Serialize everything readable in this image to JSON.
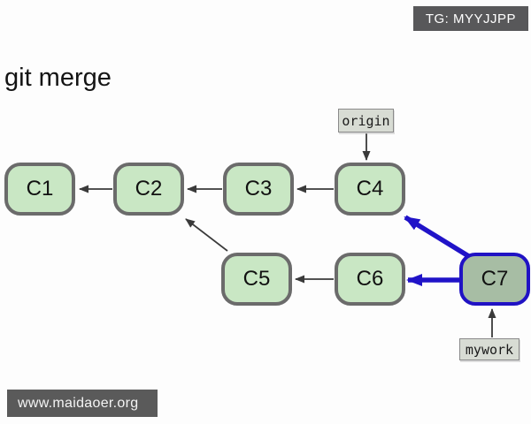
{
  "badge": {
    "label": "TG: MYYJJPP"
  },
  "title": "git merge",
  "watermark": {
    "label": "www.maidaoer.org"
  },
  "diagram": {
    "nodes": [
      {
        "id": "C1",
        "label": "C1",
        "highlighted": false
      },
      {
        "id": "C2",
        "label": "C2",
        "highlighted": false
      },
      {
        "id": "C3",
        "label": "C3",
        "highlighted": false
      },
      {
        "id": "C4",
        "label": "C4",
        "highlighted": false
      },
      {
        "id": "C5",
        "label": "C5",
        "highlighted": false
      },
      {
        "id": "C6",
        "label": "C6",
        "highlighted": false
      },
      {
        "id": "C7",
        "label": "C7",
        "highlighted": true
      }
    ],
    "refs": [
      {
        "label": "origin",
        "points_to": "C4"
      },
      {
        "label": "mywork",
        "points_to": "C7"
      }
    ],
    "edges": [
      {
        "from": "C2",
        "to": "C1",
        "style": "normal"
      },
      {
        "from": "C3",
        "to": "C2",
        "style": "normal"
      },
      {
        "from": "C4",
        "to": "C3",
        "style": "normal"
      },
      {
        "from": "C5",
        "to": "C2",
        "style": "normal"
      },
      {
        "from": "C6",
        "to": "C5",
        "style": "normal"
      },
      {
        "from": "C7",
        "to": "C6",
        "style": "merge-highlight"
      },
      {
        "from": "C7",
        "to": "C4",
        "style": "merge-highlight"
      }
    ],
    "colors": {
      "node_fill": "#c9e7c4",
      "node_border": "#6b6b6b",
      "highlight_node_fill": "#a7bda4",
      "highlight_node_border": "#2012c4",
      "arrow": "#3a3a3a",
      "arrow_highlight": "#2013c8",
      "ref_bg": "#d8dcd4",
      "ref_border": "#8a8a8a",
      "badge_bg": "#58585a",
      "watermark_bg": "#5a5a5a"
    }
  }
}
